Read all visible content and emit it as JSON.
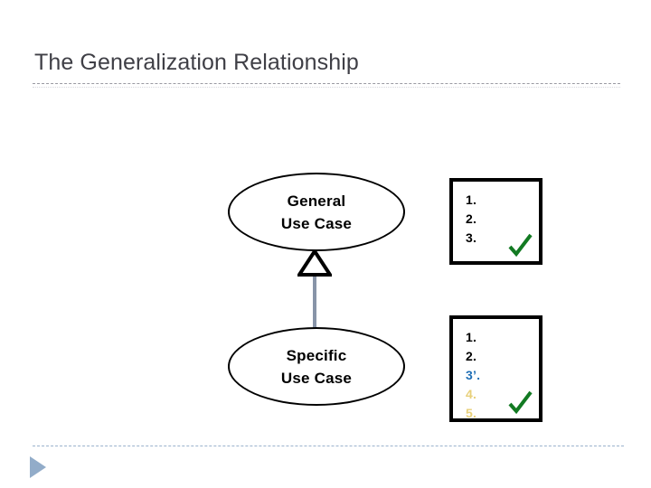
{
  "slide": {
    "title": "The Generalization Relationship",
    "title_color": "#3f3f46",
    "background": "#ffffff"
  },
  "decorations": {
    "top_rule_color": "#9a9aa2",
    "bottom_rule_color": "#9bb2cd",
    "nav_arrow_name": "next-slide-arrow",
    "nav_arrow_color": "#92acc9"
  },
  "diagram": {
    "type": "uml-use-case-generalization",
    "relationship": "generalization",
    "connector_color": "#8894a8",
    "shape_outline_color": "#000000",
    "nodes": [
      {
        "id": "general",
        "shape": "ellipse",
        "line1": "General",
        "line2": "Use Case",
        "role": "parent"
      },
      {
        "id": "specific",
        "shape": "ellipse",
        "line1": "Specific",
        "line2": "Use Case",
        "role": "child"
      }
    ],
    "step_boxes": [
      {
        "id": "general-steps",
        "for_node": "general",
        "check_color": "#127a22",
        "steps": [
          {
            "label": "1.",
            "color": "#000000"
          },
          {
            "label": "2.",
            "color": "#000000"
          },
          {
            "label": "3.",
            "color": "#000000"
          }
        ]
      },
      {
        "id": "specific-steps",
        "for_node": "specific",
        "check_color": "#127a22",
        "steps": [
          {
            "label": "1.",
            "color": "#000000"
          },
          {
            "label": "2.",
            "color": "#000000"
          },
          {
            "label": "3’.",
            "color": "#1f6fb5"
          },
          {
            "label": "4.",
            "color": "#e8d07a"
          },
          {
            "label": "5.",
            "color": "#e8d07a"
          }
        ]
      }
    ]
  }
}
